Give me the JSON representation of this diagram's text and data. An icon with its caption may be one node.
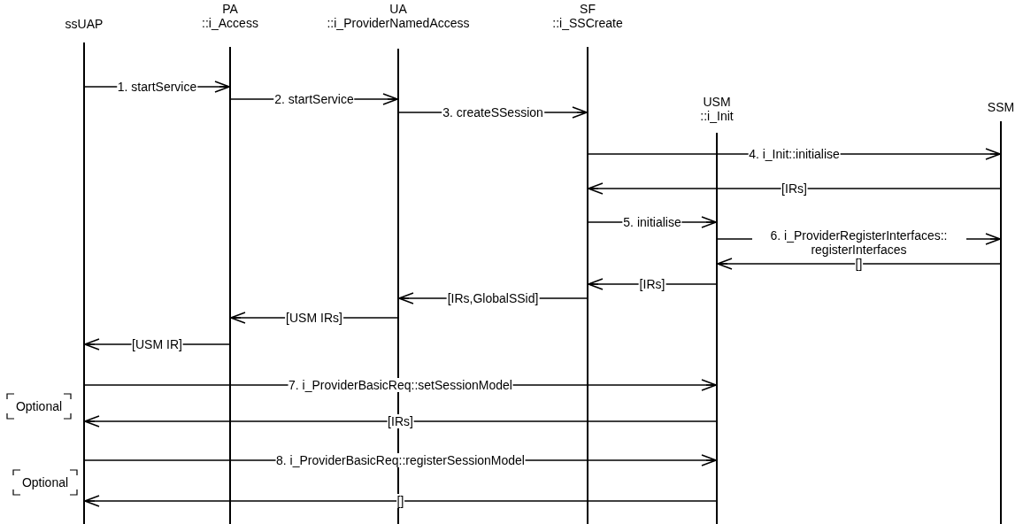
{
  "diagram": {
    "nodes": [
      {
        "text": [
          "ssUAP"
        ]
      },
      {
        "text": [
          "PA",
          "::i_Access"
        ]
      },
      {
        "text": [
          "UA",
          "::i_ProviderNamedAccess"
        ]
      },
      {
        "text": [
          "SF",
          "::i_SSCreate"
        ]
      },
      {
        "text": [
          "USM",
          "::i_Init"
        ]
      },
      {
        "text": [
          "SSM"
        ]
      }
    ],
    "edges": [
      {
        "from": 0,
        "to": 1,
        "arrow": "to",
        "label": "1. startService"
      },
      {
        "from": 1,
        "to": 2,
        "arrow": "to",
        "label": "2. startService"
      },
      {
        "from": 2,
        "to": 3,
        "arrow": "to",
        "label": "3. createSSession"
      },
      {
        "from": 3,
        "to": 5,
        "arrow": "to",
        "label": "4. i_Init::initialise"
      },
      {
        "from": 5,
        "to": 3,
        "arrow": "to",
        "label": "[IRs]"
      },
      {
        "from": 3,
        "to": 4,
        "arrow": "to",
        "label": "5. initialise"
      },
      {
        "from": 4,
        "to": 5,
        "arrow": "to",
        "label": "6. i_ProviderRegisterInterfaces:: registerInterfaces"
      },
      {
        "from": 5,
        "to": 4,
        "arrow": "to",
        "label": "[]"
      },
      {
        "from": 4,
        "to": 3,
        "arrow": "to",
        "label": "[IRs]"
      },
      {
        "from": 3,
        "to": 2,
        "arrow": "to",
        "label": "[IRs,GlobalSSid]"
      },
      {
        "from": 2,
        "to": 1,
        "arrow": "to",
        "label": "[USM IRs]"
      },
      {
        "from": 1,
        "to": 0,
        "arrow": "to",
        "label": "[USM IR]"
      },
      {
        "from": 0,
        "to": 4,
        "arrow": "to",
        "label": "7. i_ProviderBasicReq::setSessionModel"
      },
      {
        "from": 4,
        "to": 0,
        "arrow": "to",
        "label": "[IRs]"
      },
      {
        "from": 0,
        "to": 4,
        "arrow": "to",
        "label": "8. i_ProviderBasicReq::registerSessionModel"
      },
      {
        "from": 4,
        "to": 0,
        "arrow": "to",
        "label": "[]"
      }
    ],
    "labels": [
      "Optional",
      "Optional"
    ]
  }
}
